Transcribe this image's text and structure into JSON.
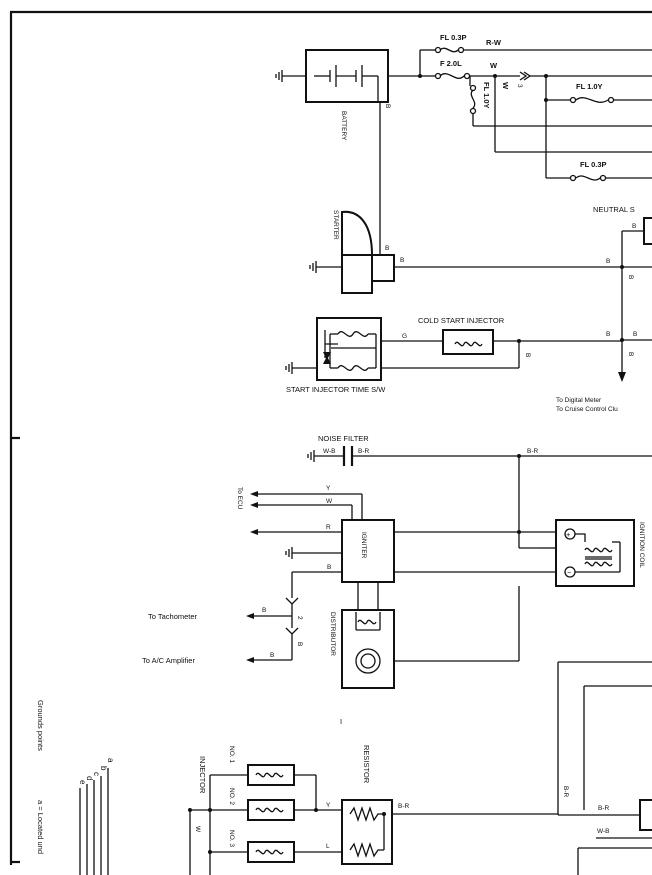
{
  "battery": {
    "label": "BATTERY",
    "terminal": "B"
  },
  "fuses": {
    "fl_03p_top": "FL 0.3P",
    "f_20l": "F 2.0L",
    "fl_10y_vert": "FL 1.0Y",
    "fl_10y": "FL 1.0Y",
    "fl_03p_low": "FL 0.3P",
    "rw": "R-W",
    "w": "W",
    "w_vert": "W",
    "pin3": "3"
  },
  "starter": {
    "label": "STARTER",
    "wire_b1": "B",
    "wire_b2": "B"
  },
  "neutral": {
    "label": "NEUTRAL S",
    "wire_b": "B",
    "wire_b2": "B",
    "wire_b3": "B",
    "wire_b4": "B"
  },
  "cold_start": {
    "label": "COLD START INJECTOR",
    "wire_g": "G",
    "wire_b": "B",
    "wire_b2": "B",
    "wire_b3": "B"
  },
  "start_injector_sw": {
    "label": "START INJECTOR TIME S/W"
  },
  "digital_meter": {
    "line1": "To Digital Meter",
    "line2": "To Cruise Control Clu"
  },
  "noise_filter": {
    "label": "NOISE FILTER",
    "wb": "W-B",
    "br": "B-R",
    "br2": "B-R"
  },
  "ecu": {
    "label": "To ECU",
    "y": "Y",
    "w": "W",
    "r": "R",
    "b": "B"
  },
  "igniter": {
    "label": "IGNITER"
  },
  "ignition_coil": {
    "label": "IGNITION COIL",
    "plus": "+",
    "minus": "−"
  },
  "distributor": {
    "label": "DISTRIBUTOR"
  },
  "tachometer": {
    "label": "To Tachometer",
    "b": "B",
    "pin2": "2",
    "b2": "B"
  },
  "ac_amp": {
    "label": "To A/C Amplifier",
    "b": "B"
  },
  "injectors": {
    "label": "INJECTOR",
    "no1": "NO. 1",
    "no2": "NO. 2",
    "no3": "NO. 3",
    "w": "W",
    "y": "Y",
    "l": "L"
  },
  "resistor": {
    "label": "RESISTOR",
    "br": "B-R",
    "br2": "B-R",
    "br3": "B-R",
    "wb": "W-B"
  },
  "grounds": {
    "title": "Grounds points",
    "a": "a",
    "b": "b",
    "c": "c",
    "d": "d",
    "e": "e",
    "note": "a = Located und",
    "mark": "I"
  }
}
